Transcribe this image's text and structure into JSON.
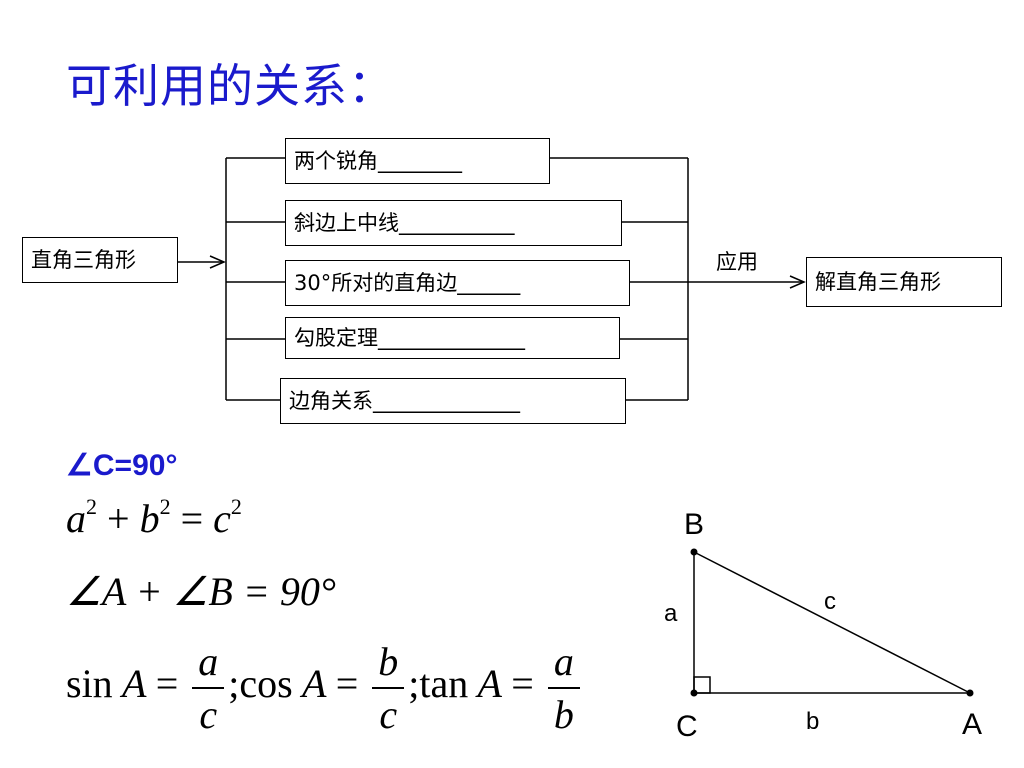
{
  "title": "可利用的关系：",
  "diagram": {
    "source": "直角三角形",
    "branches": [
      "两个锐角________",
      "斜边上中线___________",
      "30°所对的直角边______",
      "勾股定理______________",
      "边角关系______________"
    ],
    "arrow_label": "应用",
    "target": "解直角三角形"
  },
  "right_angle": "∠C=90°",
  "formulas": {
    "pythagoras": {
      "a": "a",
      "b": "b",
      "c": "c",
      "exp": "2",
      "plus": "+",
      "eq": "="
    },
    "angle_sum": {
      "text": "∠A + ∠B = 90°"
    },
    "trig": {
      "sin": "sin",
      "cos": "cos",
      "tan": "tan",
      "A": "A",
      "eq": "=",
      "sep": ";",
      "sin_num": "a",
      "sin_den": "c",
      "cos_num": "b",
      "cos_den": "c",
      "tan_num": "a",
      "tan_den": "b"
    }
  },
  "triangle": {
    "vertex_B": "B",
    "vertex_C": "C",
    "vertex_A": "A",
    "side_a": "a",
    "side_b": "b",
    "side_c": "c"
  }
}
